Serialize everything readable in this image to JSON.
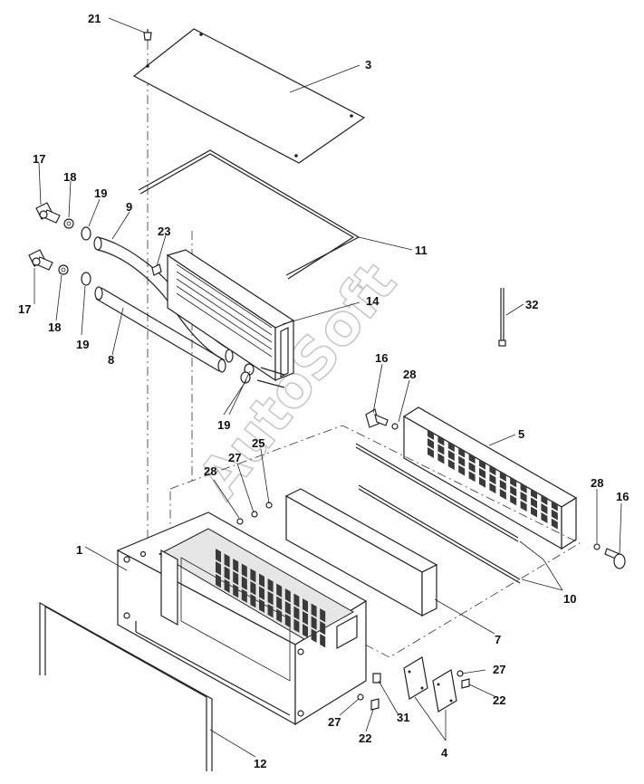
{
  "watermark": "AutoSoft",
  "callouts": [
    "21",
    "3",
    "17",
    "18",
    "19",
    "9",
    "23",
    "11",
    "17",
    "18",
    "19",
    "8",
    "14",
    "16",
    "28",
    "32",
    "19",
    "25",
    "27",
    "28",
    "5",
    "28",
    "16",
    "1",
    "10",
    "7",
    "12",
    "27",
    "31",
    "22",
    "4",
    "27",
    "22"
  ]
}
